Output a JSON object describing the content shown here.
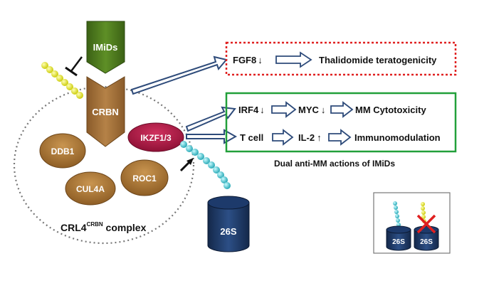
{
  "colors": {
    "imids_fill": "#4f7a1f",
    "crbn_fill": "#a0703a",
    "protein_fill": "#9c6b2e",
    "ikzf_fill": "#a3143f",
    "proteasome_fill": "#1f3864",
    "arrow_stroke": "#2e4b7a",
    "red_box": "#e02020",
    "green_box": "#22a03a",
    "ubiquitin_yellow": "#e8e81a",
    "ubiquitin_cyan": "#40c8d0"
  },
  "labels": {
    "imids": "IMiDs",
    "crbn": "CRBN",
    "ddb1": "DDB1",
    "cul4a": "CUL4A",
    "roc1": "ROC1",
    "ikzf": "IKZF1/3",
    "proteasome": "26S",
    "complex_prefix": "CRL4",
    "complex_sup": "CRBN",
    "complex_suffix": " complex",
    "fgf8": "FGF8",
    "fgf8_arrow": "↓",
    "teratogenicity": "Thalidomide teratogenicity",
    "irf4": "IRF4",
    "irf4_arrow": "↓",
    "myc": "MYC",
    "myc_arrow": "↓",
    "cytotoxicity": "MM Cytotoxicity",
    "tcell": "T cell",
    "il2": "IL-2",
    "il2_arrow": "↑",
    "immunomodulation": "Immunomodulation",
    "dual_caption": "Dual anti-MM actions of IMiDs",
    "inset_26s_a": "26S",
    "inset_26s_b": "26S"
  }
}
